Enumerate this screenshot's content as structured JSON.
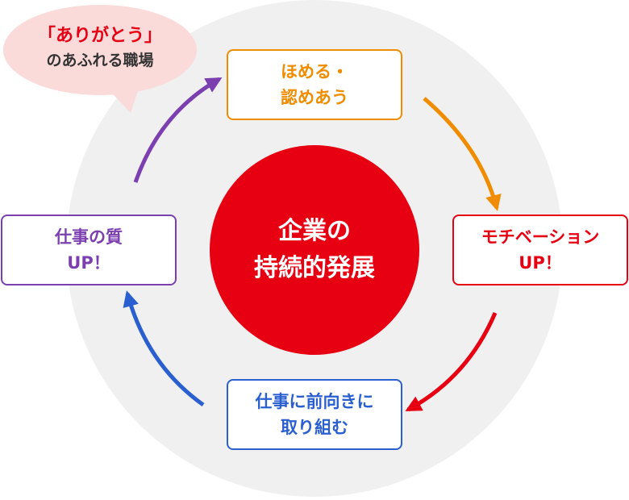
{
  "bubble": {
    "line1": "「ありがとう」",
    "line2": "のあふれる職場"
  },
  "center": {
    "line1": "企業の",
    "line2": "持続的発展"
  },
  "steps": {
    "top": {
      "line1": "ほめる・",
      "line2": "認めあう"
    },
    "right": {
      "line1": "モチベーション",
      "line2": "UP！"
    },
    "bottom": {
      "line1": "仕事に前向きに",
      "line2": "取り組む"
    },
    "left": {
      "line1": "仕事の質",
      "line2": "UP！"
    }
  },
  "colors": {
    "orange": "#f08c00",
    "red": "#e60012",
    "blue": "#2a5fd0",
    "purple": "#7b3fb0",
    "bubble_fill": "#fbdada",
    "circle_bg": "#f0f0f0"
  }
}
